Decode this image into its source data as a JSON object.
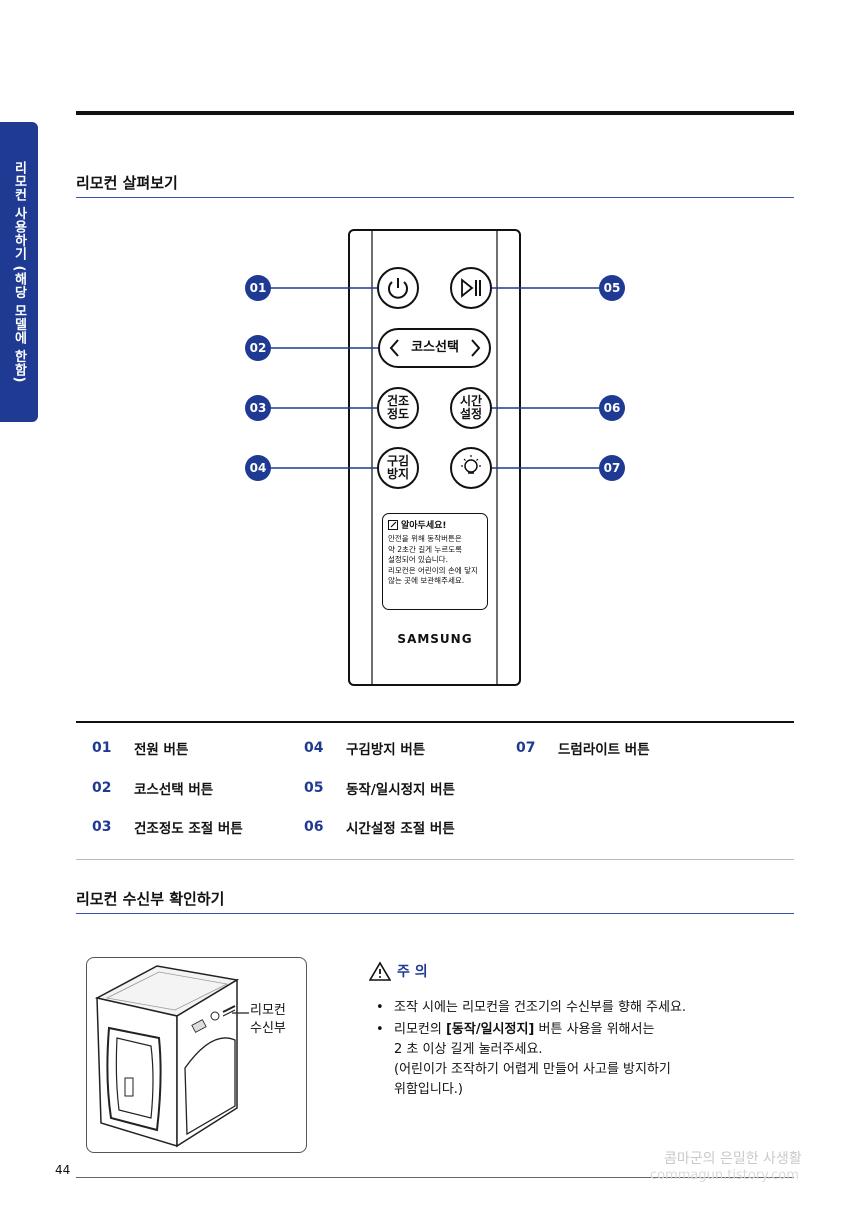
{
  "side_tab": "리모컨 사용하기 (해당 모델에 한함)",
  "section1_title": "리모컨 살펴보기",
  "remote": {
    "button_course": "코스선택",
    "button_dry": "건조\n정도",
    "button_time": "시간\n설정",
    "button_wrinkle": "구김\n방지",
    "badges": [
      "01",
      "02",
      "03",
      "04",
      "05",
      "06",
      "07"
    ],
    "notice_title": "알아두세요!",
    "notice_lines": [
      "안전을 위해 동작버튼은",
      "약 2초간 길게 누르도록",
      "설정되어 있습니다.",
      "리모컨은 어린이의 손에 닿지",
      "않는 곳에 보관해주세요."
    ],
    "brand": "SAMSUNG"
  },
  "legend": [
    {
      "num": "01",
      "label": "전원 버튼"
    },
    {
      "num": "02",
      "label": "코스선택 버튼"
    },
    {
      "num": "03",
      "label": "건조정도 조절 버튼"
    },
    {
      "num": "04",
      "label": "구김방지 버튼"
    },
    {
      "num": "05",
      "label": "동작/일시정지 버튼"
    },
    {
      "num": "06",
      "label": "시간설정 조절 버튼"
    },
    {
      "num": "07",
      "label": "드럼라이트 버튼"
    }
  ],
  "section2_title": "리모컨 수신부 확인하기",
  "receiver_label": "리모컨\n수신부",
  "caution": {
    "title": "주 의",
    "item1": "조작 시에는 리모컨을 건조기의 수신부를 향해 주세요.",
    "item2_prefix": "리모컨의 ",
    "item2_bold": "[동작/일시정지]",
    "item2_suffix": " 버튼 사용을 위해서는",
    "item2_line2": "2 초 이상 길게 눌러주세요.",
    "item2_line3": "(어린이가 조작하기 어렵게 만들어 사고를 방지하기",
    "item2_line4": "위함입니다.)"
  },
  "page_number": "44",
  "watermark1": "콤마군의 은밀한 사생활",
  "watermark2": "commagun.tistory.com",
  "colors": {
    "accent": "#1f3a93"
  }
}
